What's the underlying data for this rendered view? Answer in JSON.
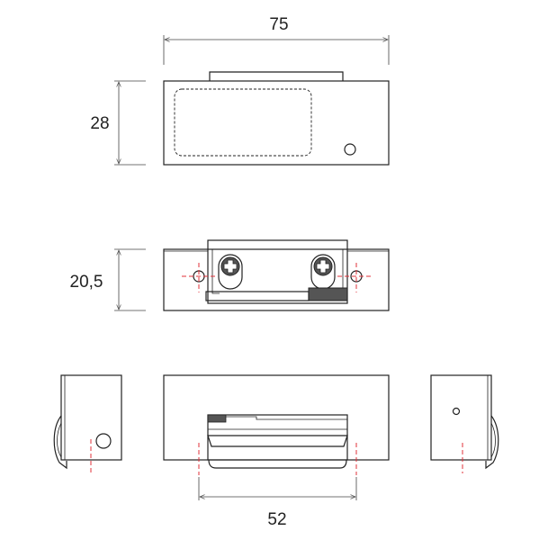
{
  "dimensions": {
    "width_top": "75",
    "height_front": "28",
    "height_plate": "20,5",
    "width_latch": "52"
  },
  "colors": {
    "line": "#222222",
    "centerline": "#e0303a",
    "fill_dark": "#555555"
  }
}
